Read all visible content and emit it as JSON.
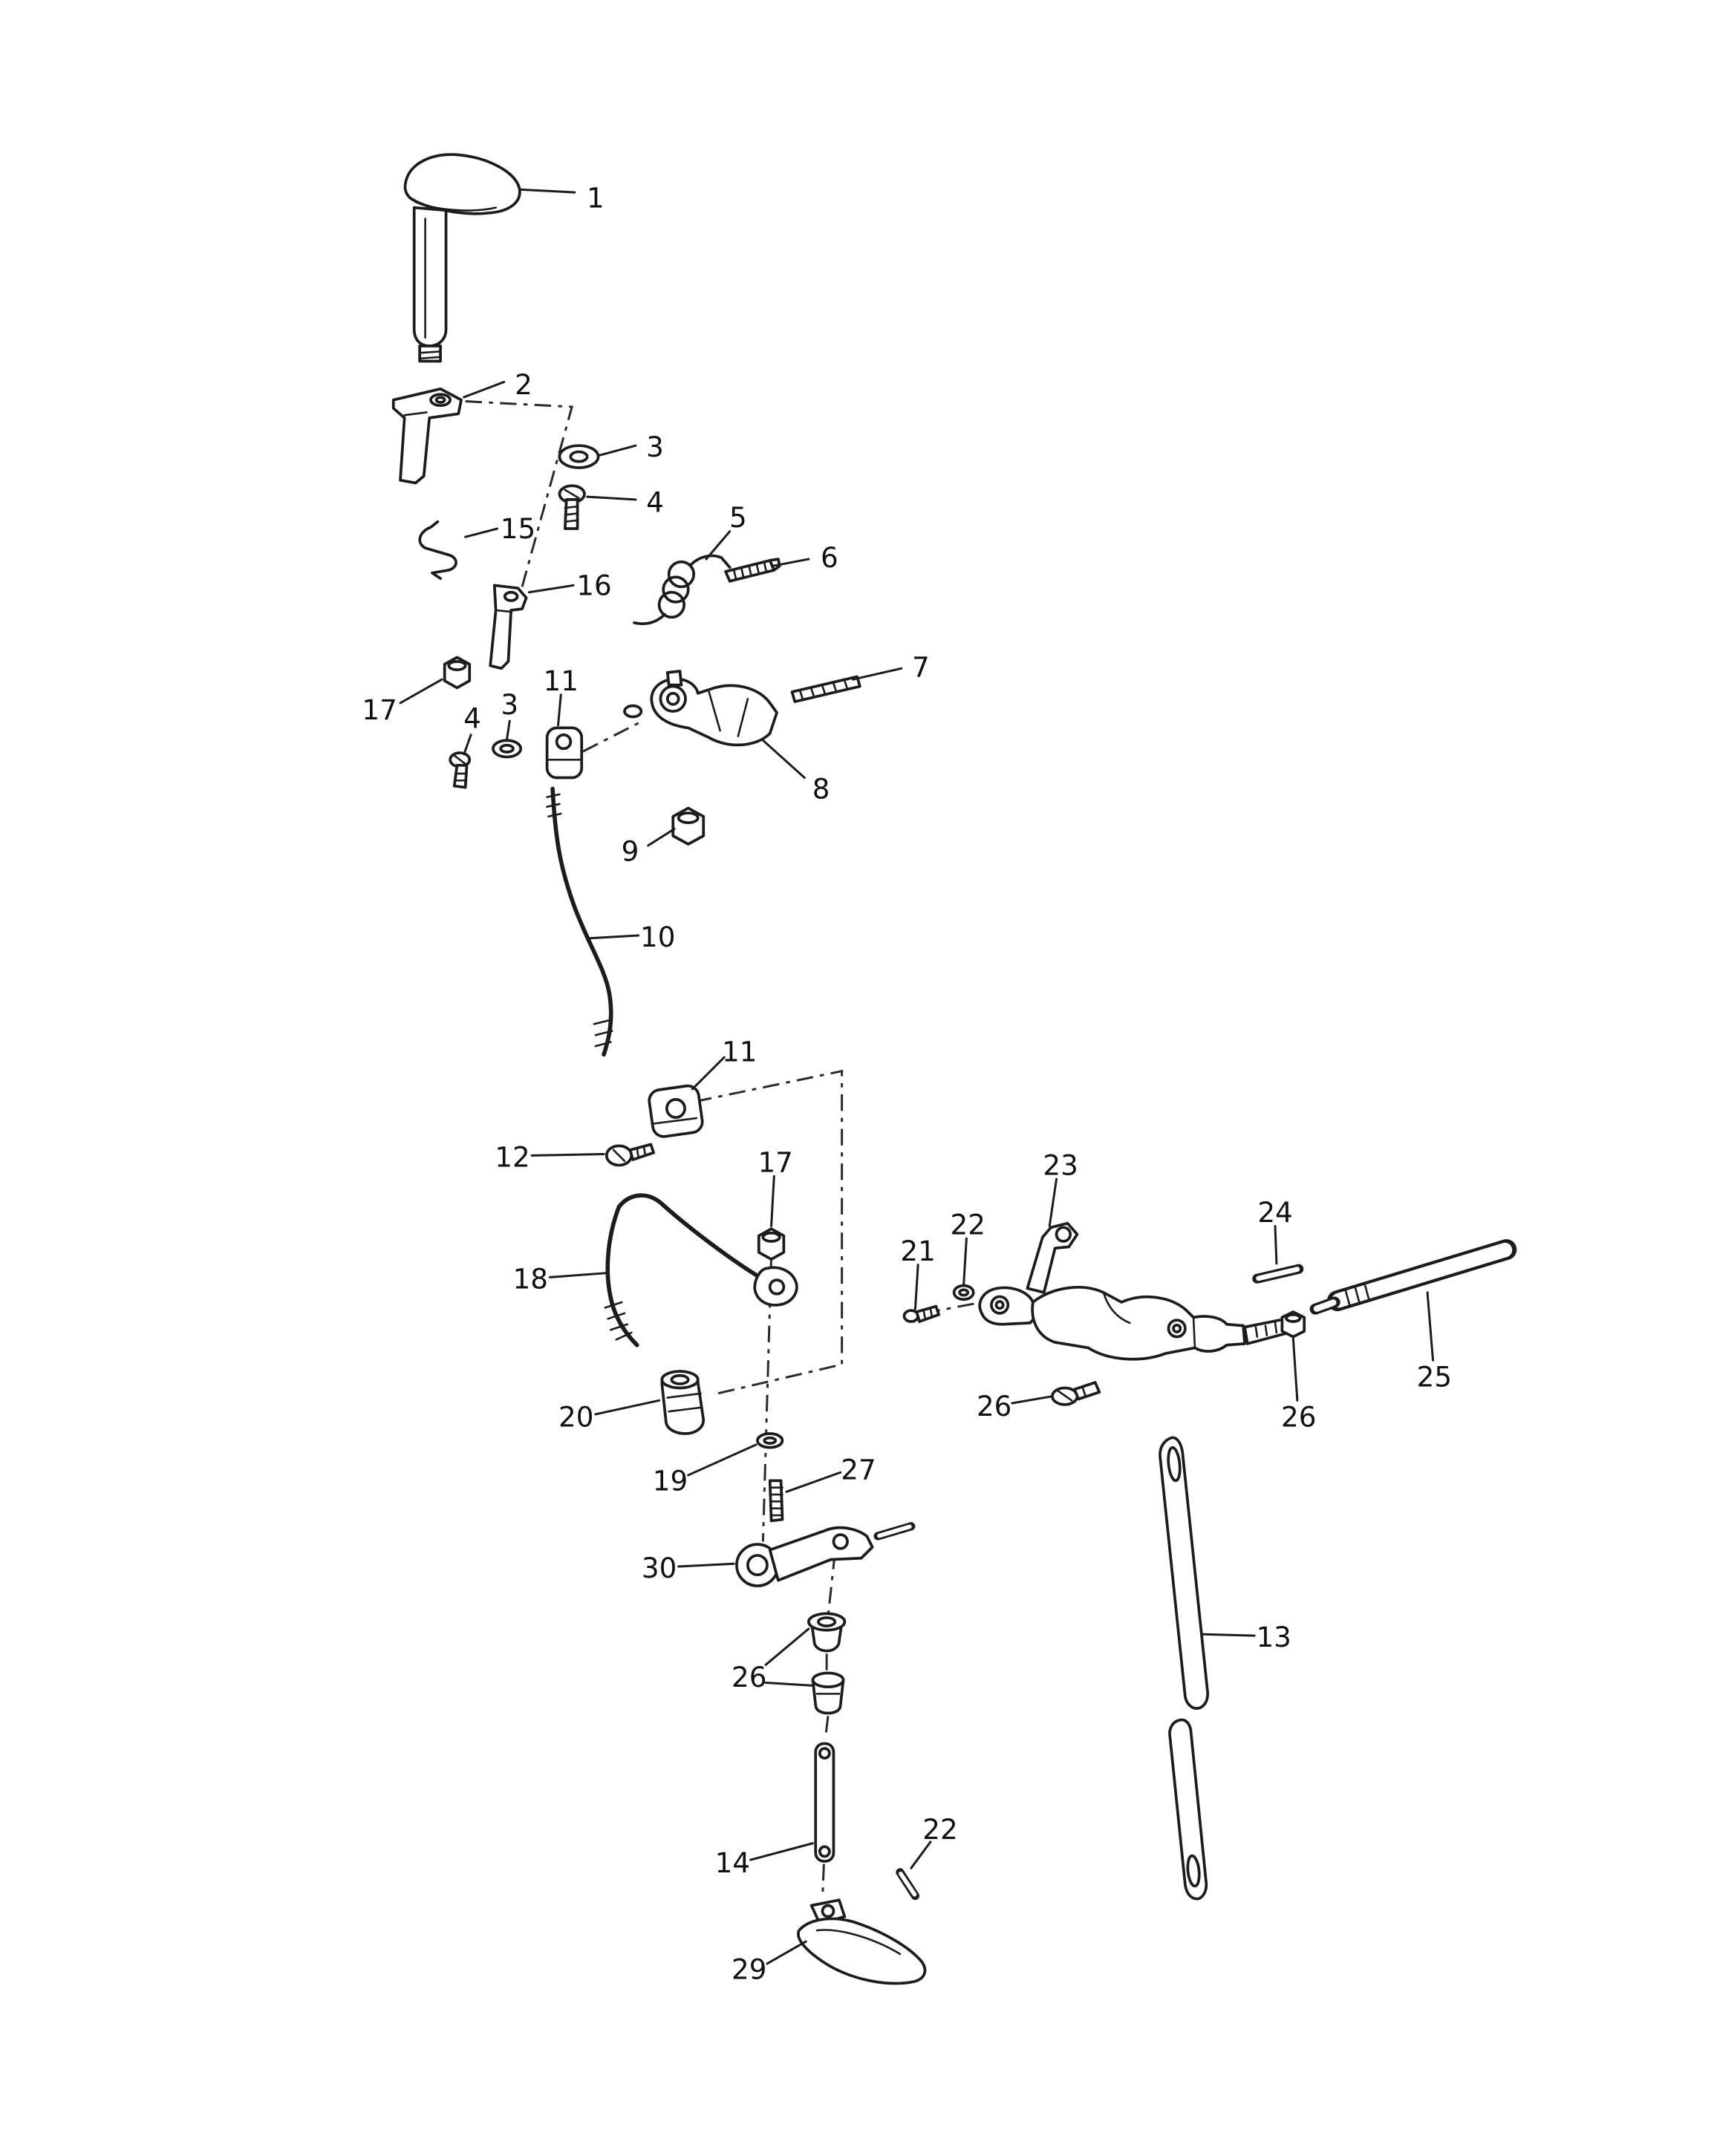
{
  "diagram": {
    "callouts": [
      {
        "label": "1"
      },
      {
        "label": "2"
      },
      {
        "label": "3"
      },
      {
        "label": "4"
      },
      {
        "label": "15"
      },
      {
        "label": "16"
      },
      {
        "label": "5"
      },
      {
        "label": "6"
      },
      {
        "label": "17"
      },
      {
        "label": "4"
      },
      {
        "label": "3"
      },
      {
        "label": "11"
      },
      {
        "label": "7"
      },
      {
        "label": "8"
      },
      {
        "label": "9"
      },
      {
        "label": "10"
      },
      {
        "label": "11"
      },
      {
        "label": "12"
      },
      {
        "label": "17"
      },
      {
        "label": "18"
      },
      {
        "label": "23"
      },
      {
        "label": "22"
      },
      {
        "label": "21"
      },
      {
        "label": "24"
      },
      {
        "label": "25"
      },
      {
        "label": "26"
      },
      {
        "label": "26"
      },
      {
        "label": "20"
      },
      {
        "label": "19"
      },
      {
        "label": "27"
      },
      {
        "label": "30"
      },
      {
        "label": "26"
      },
      {
        "label": "14"
      },
      {
        "label": "22"
      },
      {
        "label": "29"
      },
      {
        "label": "13"
      }
    ]
  }
}
